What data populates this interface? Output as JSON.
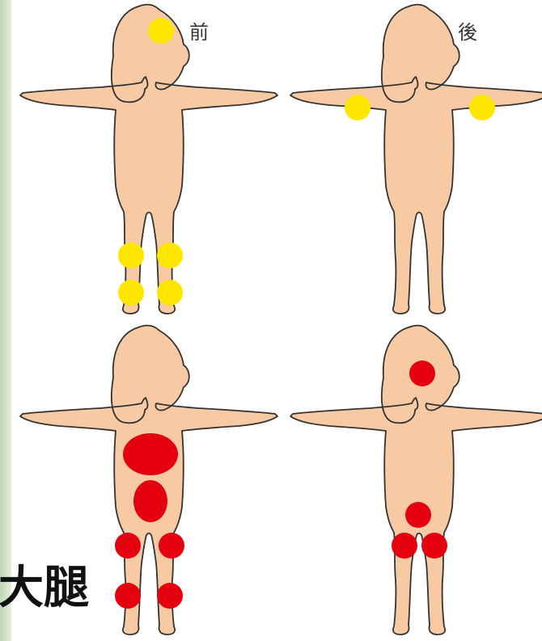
{
  "labels": {
    "front": "前",
    "back": "後"
  },
  "caption": "大腿",
  "colors": {
    "skin": "#f7caa4",
    "outline": "#333333",
    "yellow_marker": "#ffe600",
    "red_marker": "#e5000f",
    "side_strip": "#c8dfc0"
  },
  "figures": [
    {
      "view": "front",
      "row": "top",
      "marker_color": "yellow"
    },
    {
      "view": "back",
      "row": "top",
      "marker_color": "yellow"
    },
    {
      "view": "front",
      "row": "bottom",
      "marker_color": "red"
    },
    {
      "view": "back",
      "row": "bottom",
      "marker_color": "red"
    }
  ]
}
